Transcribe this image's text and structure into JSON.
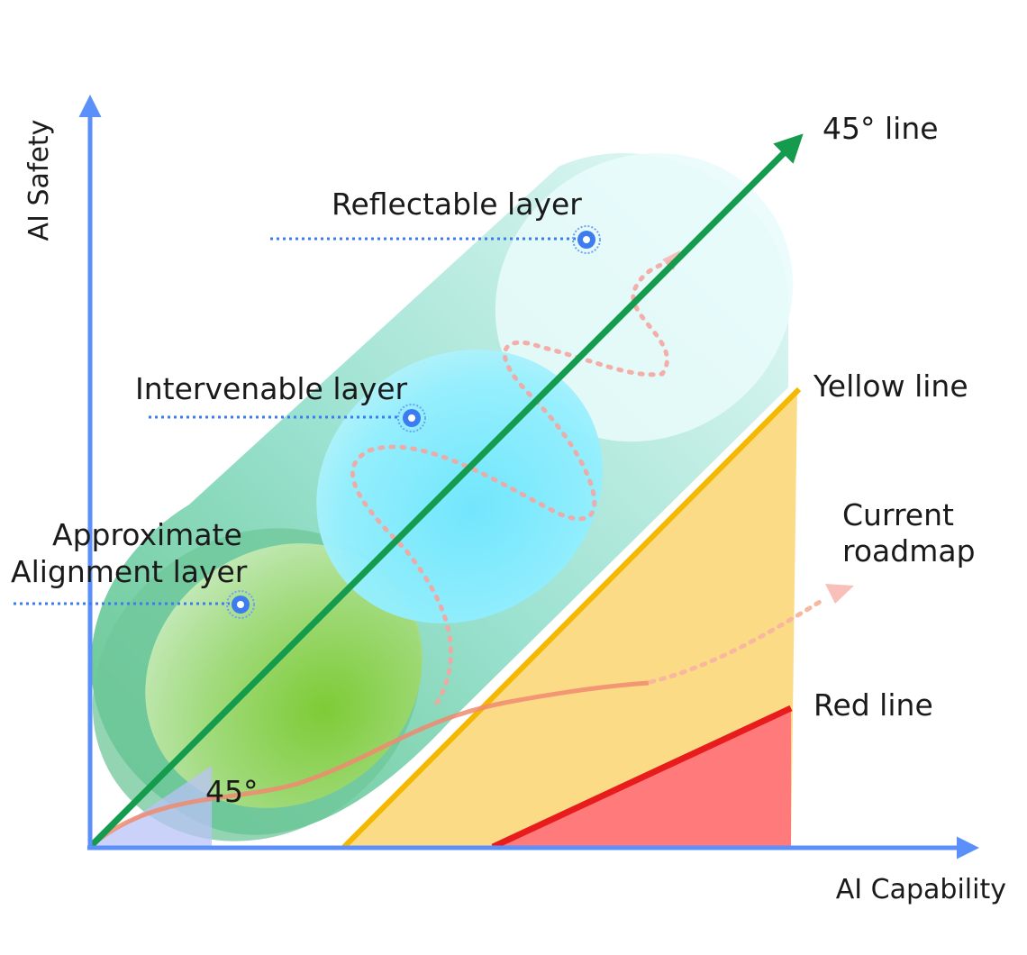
{
  "axes": {
    "y_label": "AI Safety",
    "x_label": "AI Capability"
  },
  "lines": {
    "diagonal_label": "45° line",
    "yellow_label": "Yellow line",
    "red_label": "Red line",
    "roadmap_label_line1": "Current",
    "roadmap_label_line2": "roadmap"
  },
  "angle_label": "45°",
  "layers": {
    "reflectable": "Reflectable layer",
    "intervenable": "Intervenable layer",
    "approximate_line1": "Approximate",
    "approximate_line2": "Alignment layer"
  },
  "colors": {
    "axis": "#5b8ff9",
    "diagonal": "#149b4e",
    "yellow": "#f5b800",
    "yellow_fill": "#fcd77a",
    "red": "#e81c1c",
    "red_fill": "#ff7b7b",
    "roadmap": "#f7a07a",
    "marker": "#3d7bf0"
  }
}
